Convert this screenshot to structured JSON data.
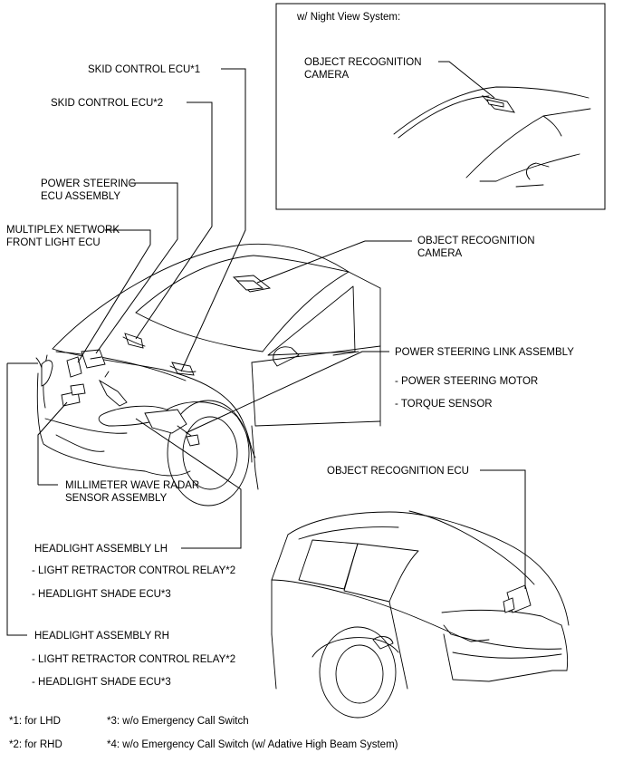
{
  "inset": {
    "title": "w/ Night View System:",
    "camera_label": [
      "OBJECT RECOGNITION",
      "CAMERA"
    ]
  },
  "labels": {
    "skid1": "SKID CONTROL ECU*1",
    "skid2": "SKID CONTROL ECU*2",
    "ps_ecu": [
      "POWER STEERING",
      "ECU ASSEMBLY"
    ],
    "mpx": [
      "MULTIPLEX NETWORK",
      "FRONT LIGHT ECU"
    ],
    "camera": [
      "OBJECT RECOGNITION",
      "CAMERA"
    ],
    "ps_link": "POWER STEERING LINK ASSEMBLY",
    "ps_motor": "- POWER STEERING MOTOR",
    "torque": "- TORQUE SENSOR",
    "mmw": [
      "MILLIMETER WAVE RADAR",
      "SENSOR ASSEMBLY"
    ],
    "obj_ecu": "OBJECT RECOGNITION ECU",
    "hl_lh": "HEADLIGHT ASSEMBLY LH",
    "hl_lh_sub1": "- LIGHT RETRACTOR CONTROL RELAY*2",
    "hl_lh_sub2": "- HEADLIGHT SHADE ECU*3",
    "hl_rh": "HEADLIGHT ASSEMBLY RH",
    "hl_rh_sub1": "- LIGHT RETRACTOR CONTROL RELAY*2",
    "hl_rh_sub2": "- HEADLIGHT SHADE ECU*3"
  },
  "footnotes": {
    "n1": "*1: for LHD",
    "n2": "*2: for RHD",
    "n3": "*3: w/o Emergency Call Switch",
    "n4": "*4: w/o Emergency Call Switch (w/ Adative High Beam System)"
  }
}
